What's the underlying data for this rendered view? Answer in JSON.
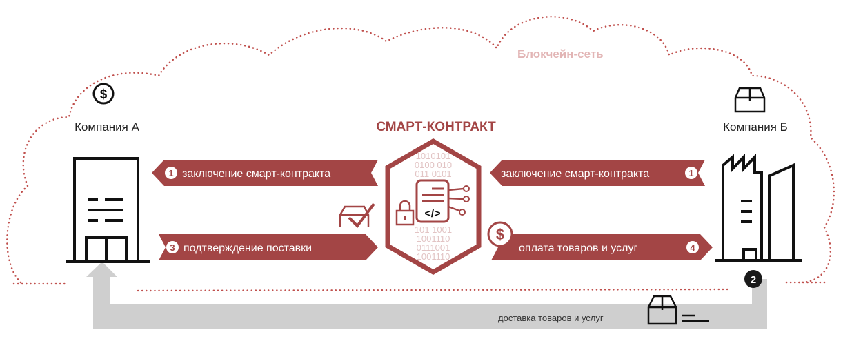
{
  "network_label": "Блокчейн-сеть",
  "contract_title": "СМАРТ-КОНТРАКТ",
  "company_a": {
    "name": "Компания А",
    "icon": "dollar-coin-icon"
  },
  "company_b": {
    "name": "Компания Б",
    "icon": "box-icon"
  },
  "steps": [
    {
      "number": "1",
      "label": "заключение смарт-контракта"
    },
    {
      "number": "1",
      "label": "заключение смарт-контракта"
    },
    {
      "number": "2",
      "label": "доставка товаров и услуг"
    },
    {
      "number": "3",
      "label": "подтверждение поставки"
    },
    {
      "number": "4",
      "label": "оплата товаров и услуг"
    }
  ],
  "binary_text": [
    "1010101",
    "0100 010",
    "011 0101",
    "101 1001",
    "1001110",
    "0111001",
    "1001110"
  ],
  "code_glyph": "</>",
  "dollar_glyph": "$",
  "colors": {
    "accent": "#a34545",
    "dots": "#c0504d",
    "network_label": "#e2b5b5",
    "delivery": "#cfcfcf",
    "dark": "#1a1a1a"
  }
}
